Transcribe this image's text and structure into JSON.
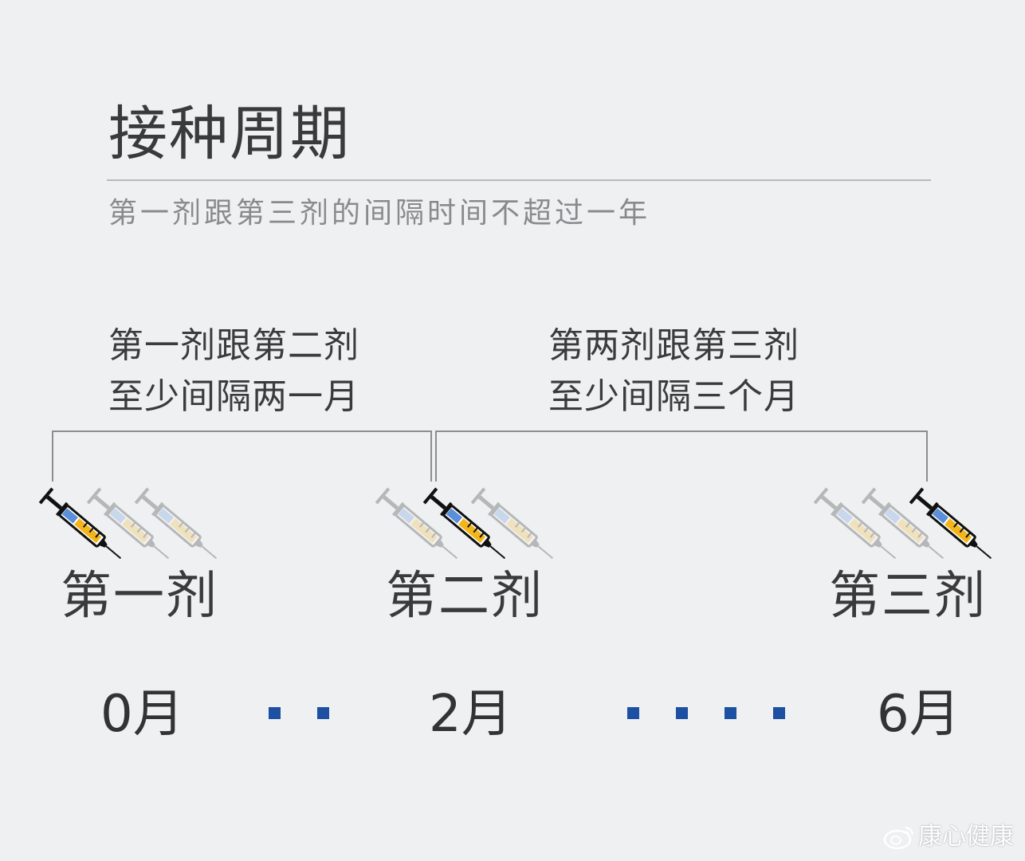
{
  "title": "接种周期",
  "subtitle": "第一剂跟第三剂的间隔时间不超过一年",
  "intervals": [
    {
      "line1": "第一剂跟第二剂",
      "line2": "至少间隔两一月"
    },
    {
      "line1": "第两剂跟第三剂",
      "line2": "至少间隔三个月"
    }
  ],
  "doses": [
    {
      "label": "第一剂",
      "month": "0月"
    },
    {
      "label": "第二剂",
      "month": "2月"
    },
    {
      "label": "第三剂",
      "month": "6月"
    }
  ],
  "gap_dots": [
    2,
    4
  ],
  "watermark": "康心健康",
  "colors": {
    "background": "#eff0f2",
    "dot": "#1d4fa2",
    "bracket": "#8d8d90",
    "syringe_fill": "#f2b61a",
    "syringe_blue": "#5b8fd8"
  },
  "icons": [
    "syringe-icon",
    "weibo-icon"
  ]
}
